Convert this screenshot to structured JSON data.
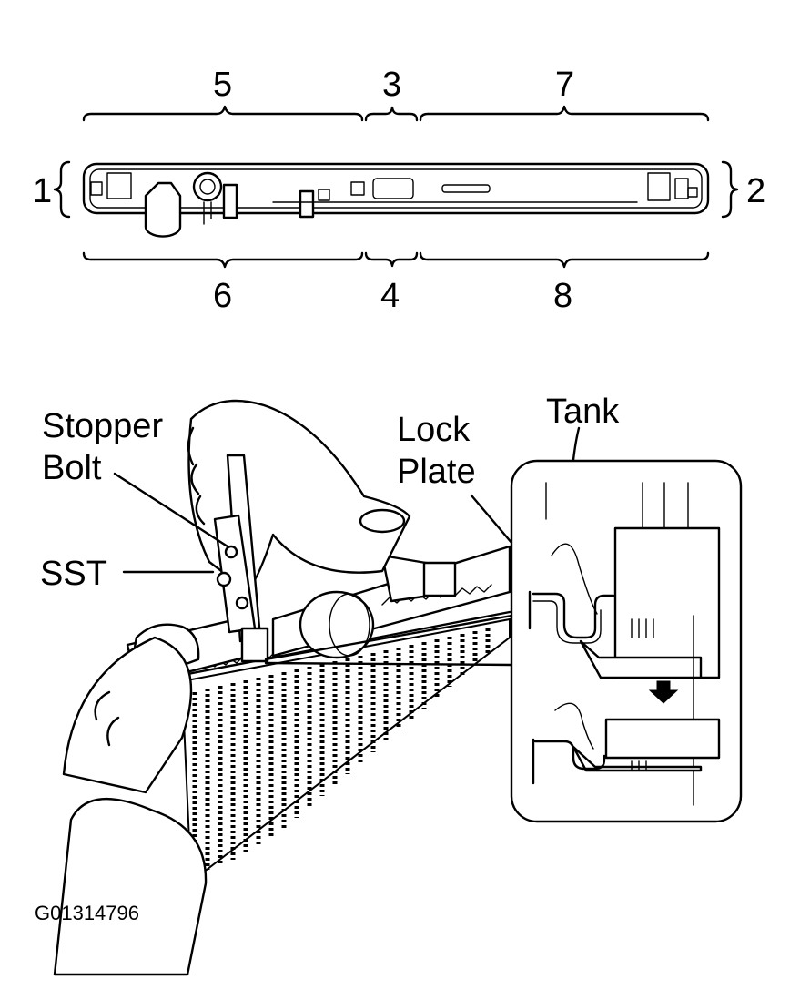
{
  "section_numbers": [
    "1",
    "2",
    "3",
    "4",
    "5",
    "6",
    "7",
    "8"
  ],
  "callouts": {
    "stopper_bolt_line1": "Stopper",
    "stopper_bolt_line2": "Bolt",
    "lock_plate_line1": "Lock",
    "lock_plate_line2": "Plate",
    "tank": "Tank",
    "sst": "SST"
  },
  "figure_code": "G01314796",
  "icons": [
    "down-arrow-icon"
  ]
}
